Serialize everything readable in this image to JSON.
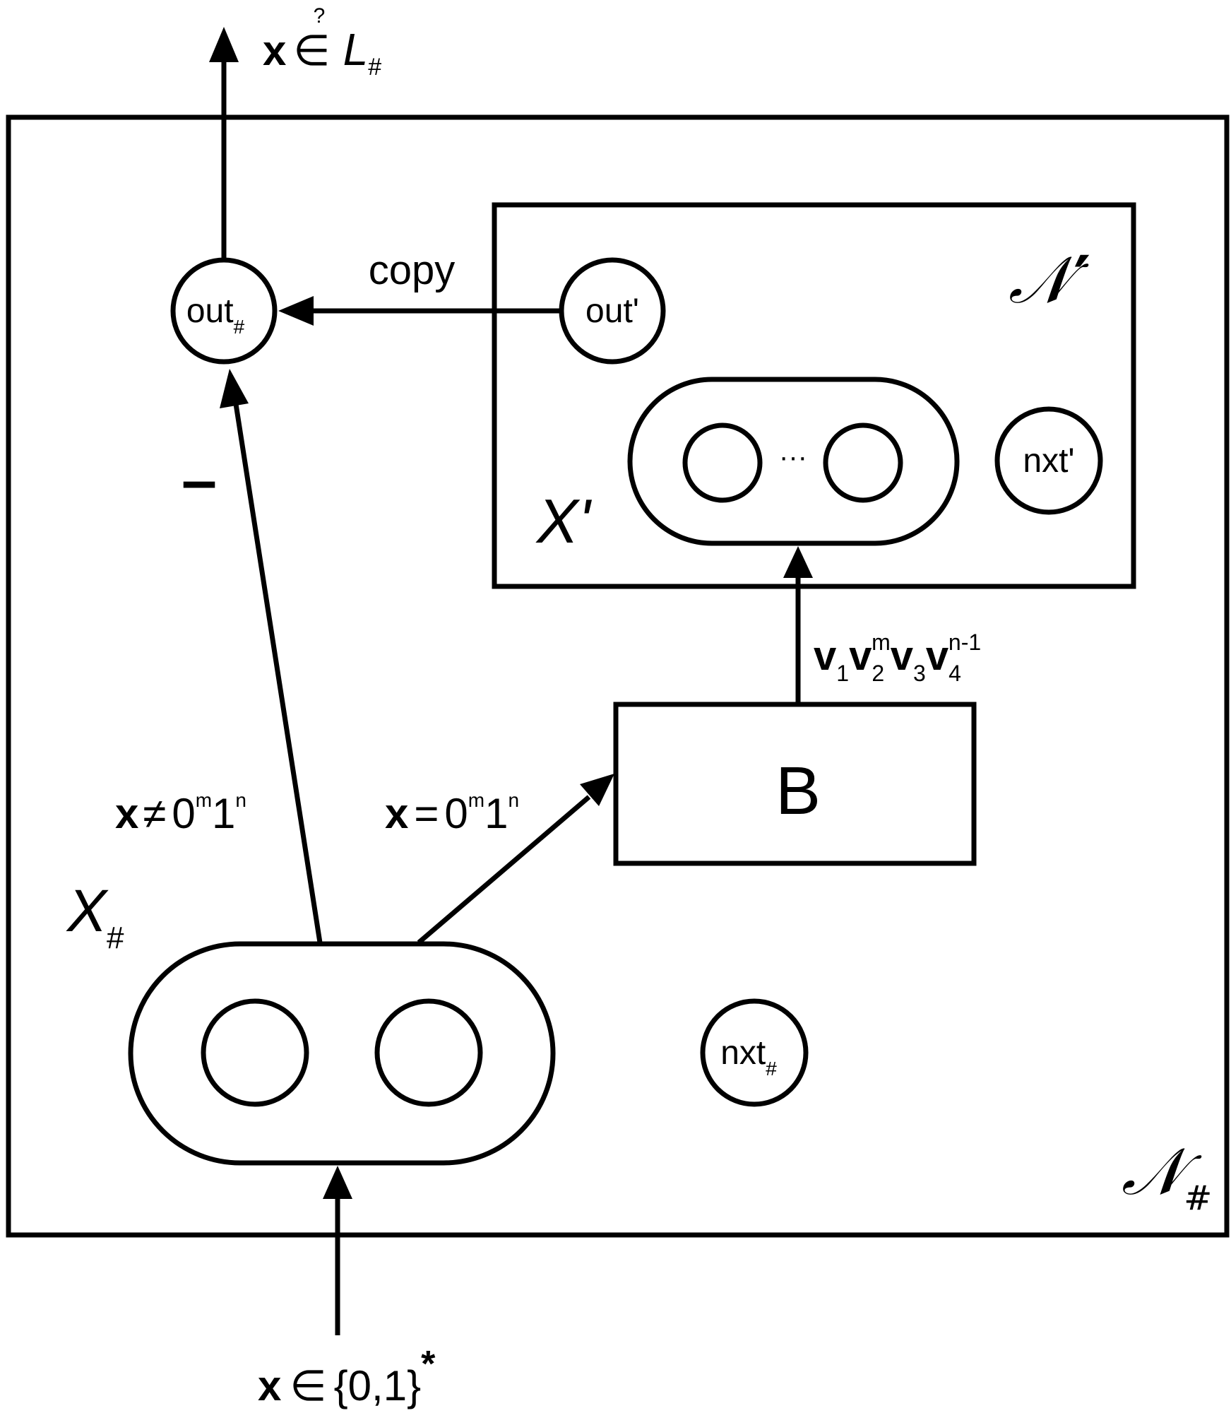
{
  "output_label": {
    "x": "x",
    "rel": "∈",
    "q": "?",
    "lang": "L",
    "sub": "#"
  },
  "input_label": {
    "x": "x",
    "rel": "∈",
    "set": "{0,1}",
    "star": "*"
  },
  "outer_network": {
    "name": "𝒩",
    "sub": "#"
  },
  "inner_network": {
    "name": "𝒩",
    "prime": "′"
  },
  "out_hash": {
    "base": "out",
    "sub": "#"
  },
  "out_prime": {
    "label": "out'"
  },
  "nxt_hash": {
    "base": "nxt",
    "sub": "#"
  },
  "nxt_prime": {
    "label": "nxt'"
  },
  "x_hash": {
    "base": "X",
    "sub": "#"
  },
  "x_prime": {
    "label": "X'"
  },
  "copy_label": "copy",
  "minus_label": "–",
  "ellipsis": "···",
  "box_b": "B",
  "cond_neq": {
    "x": "x",
    "rel": "≠",
    "zero": "0",
    "m": "m",
    "one": "1",
    "n": "n"
  },
  "cond_eq": {
    "x": "x",
    "rel": "=",
    "zero": "0",
    "m": "m",
    "one": "1",
    "n": "n"
  },
  "vseq": {
    "v": "v",
    "s1": "1",
    "s2": "2",
    "e2": "m",
    "s3": "3",
    "s4": "4",
    "e4": "n-1"
  }
}
